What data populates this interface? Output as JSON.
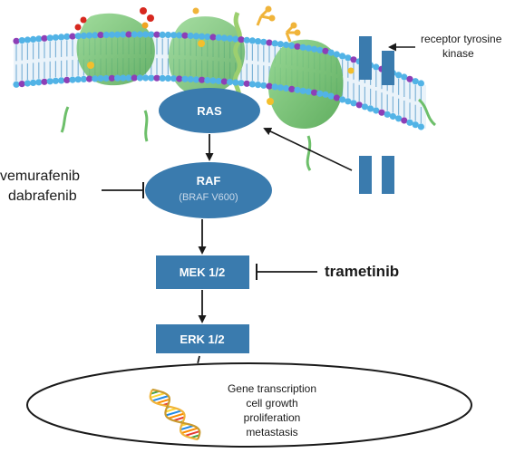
{
  "nodes": {
    "ras": {
      "label": "RAS"
    },
    "raf": {
      "label": "RAF",
      "sublabel": "(BRAF V600)"
    },
    "mek": {
      "label": "MEK 1/2"
    },
    "erk": {
      "label": "ERK 1/2"
    }
  },
  "receptor": {
    "label_line1": "receptor tyrosine",
    "label_line2": "kinase"
  },
  "inhibitors": {
    "raf": {
      "line1": "vemurafenib",
      "line2": "dabrafenib"
    },
    "mek": {
      "label": "trametinib"
    }
  },
  "nucleus": {
    "lines": [
      "Gene transcription",
      "cell growth",
      "proliferation",
      "metastasis"
    ]
  },
  "colors": {
    "node_fill": "#3A7BAE",
    "node_text": "#ffffff",
    "raf_sublabel": "#C9D9EA",
    "head_blue": "#52B3E6",
    "head_purple": "#8D3FB6",
    "tail": "#7FB4D8",
    "protein_green": "#6DBF6A",
    "arrow": "#1a1a1a"
  }
}
